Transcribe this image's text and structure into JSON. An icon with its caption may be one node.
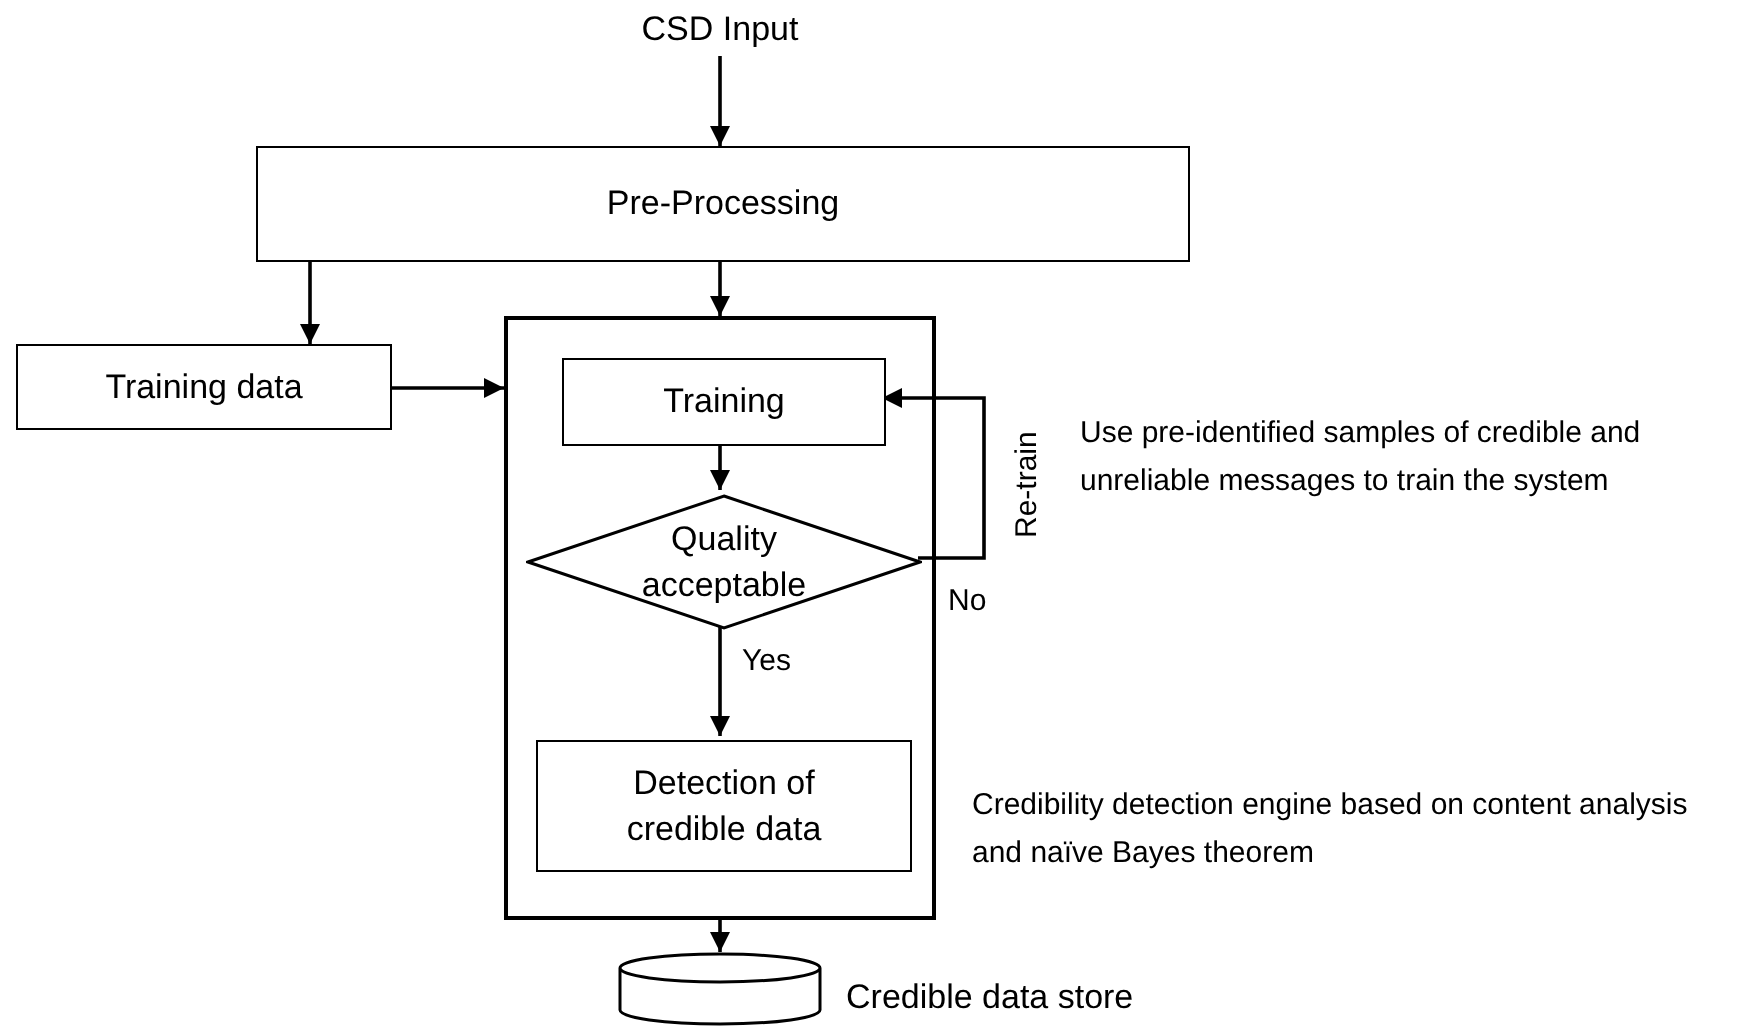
{
  "diagram": {
    "nodes": [
      {
        "text": [
          "CSD Input"
        ]
      },
      {
        "text": [
          "Pre-Processing"
        ]
      },
      {
        "text": [
          "Training data"
        ]
      },
      {
        "text": [],
        "shape": "box"
      },
      {
        "text": [
          "Training"
        ],
        "in": 3
      },
      {
        "text": [
          "Quality acceptable"
        ],
        "in": 3
      },
      {
        "text": [
          "Detection of credible data"
        ],
        "in": 3
      },
      {
        "text": [],
        "shape": "cylinder",
        "beside": [
          "Credible data store"
        ]
      }
    ],
    "edges": [
      {
        "from": 0,
        "to": 1,
        "arrow": "to"
      },
      {
        "from": 1,
        "to": 3,
        "arrow": "to"
      },
      {
        "from": 1,
        "to": 2,
        "arrow": "to"
      },
      {
        "from": 2,
        "to": 3,
        "arrow": "to"
      },
      {
        "from": 4,
        "to": 5,
        "arrow": "to"
      },
      {
        "from": 5,
        "to": 4,
        "arrow": "to",
        "label": "Re-train"
      },
      {
        "from": 5,
        "to": 6,
        "arrow": "to",
        "label": "Yes"
      },
      {
        "from": 3,
        "to": 7,
        "arrow": "to"
      }
    ],
    "labels": [
      "No",
      "Use pre-identified samples of credible and unreliable messages to train the system",
      "Credibility detection engine based on content analysis and naïve Bayes theorem"
    ]
  }
}
